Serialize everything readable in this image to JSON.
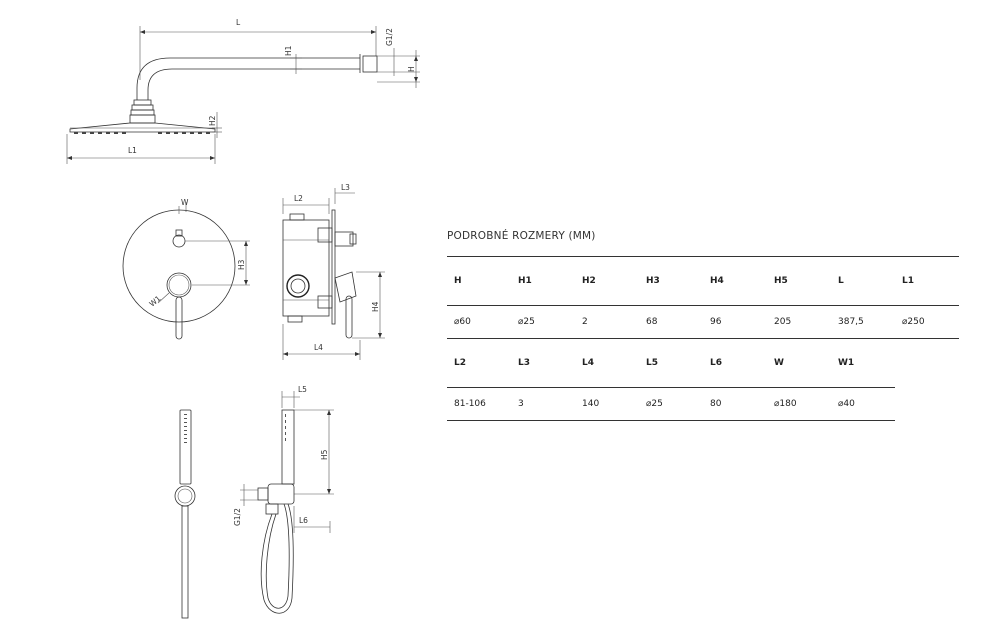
{
  "drawings": {
    "shower_head": {
      "labels": {
        "L": "L",
        "H1": "H1",
        "G12": "G1/2",
        "H": "H",
        "H2": "H2",
        "L1": "L1"
      }
    },
    "mixer": {
      "labels": {
        "W": "W",
        "W1": "W1",
        "H3": "H3",
        "L2": "L2",
        "L3": "L3",
        "H4": "H4",
        "L4": "L4"
      }
    },
    "hand_shower": {
      "labels": {
        "L5": "L5",
        "H5": "H5",
        "G12": "G1/2",
        "L6": "L6"
      }
    }
  },
  "spec": {
    "title": "PODROBNÉ ROZMERY (MM)",
    "table1": {
      "headers": [
        "H",
        "H1",
        "H2",
        "H3",
        "H4",
        "H5",
        "L",
        "L1"
      ],
      "values": [
        "⌀60",
        "⌀25",
        "2",
        "68",
        "96",
        "205",
        "387,5",
        "⌀250"
      ]
    },
    "table2": {
      "headers": [
        "L2",
        "L3",
        "L4",
        "L5",
        "L6",
        "W",
        "W1"
      ],
      "values": [
        "81-106",
        "3",
        "140",
        "⌀25",
        "80",
        "⌀180",
        "⌀40"
      ]
    }
  }
}
